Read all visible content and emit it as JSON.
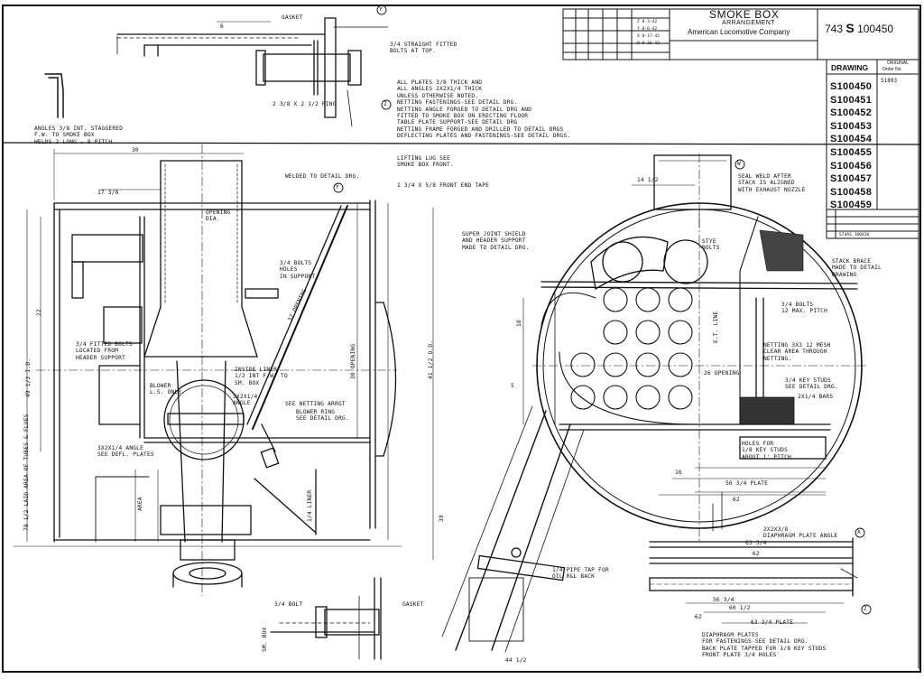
{
  "title_block": {
    "title": "SMOKE BOX",
    "subtitle": "ARRANGEMENT",
    "company": "American Locomotive Company",
    "number_prefix": "743",
    "number_letter": "S",
    "number": "100450",
    "revisions": [
      "Z 8-3-42",
      "Y 8-6-42",
      "X 8-17-42",
      "W 9-18-42"
    ],
    "drawing_label": "DRAWING",
    "original_label": "ORIGINAL",
    "order_label": "Order No.",
    "ref_note": "S74AS 100420"
  },
  "drawing_list": [
    {
      "no": "S100450",
      "order": "S1893"
    },
    {
      "no": "S100451",
      "order": ""
    },
    {
      "no": "S100452",
      "order": ""
    },
    {
      "no": "S100453",
      "order": ""
    },
    {
      "no": "S100454",
      "order": ""
    },
    {
      "no": "S100455",
      "order": ""
    },
    {
      "no": "S100456",
      "order": ""
    },
    {
      "no": "S100457",
      "order": ""
    },
    {
      "no": "S100458",
      "order": ""
    },
    {
      "no": "S100459",
      "order": ""
    }
  ],
  "general_notes": [
    "ALL PLATES 3/8 THICK AND",
    "ALL ANGLES 2x2x1/4 THICK",
    "UNLESS OTHERWISE NOTED.",
    "NETTING FASTENINGS-SEE DETAIL DRG.",
    "NETTING ANGLE FORGED TO DETAIL DRG AND",
    "FITTED TO SMOKE BOX ON ERECTING FLOOR",
    "TABLE PLATE SUPPORT-SEE DETAIL DRG",
    "NETTING FRAME FORGED AND DRILLED TO DETAIL DRGS",
    "DEFLECTING PLATES AND FASTENINGS-SEE DETAIL DRGS."
  ],
  "callouts": {
    "gasket_top": "GASKET",
    "straight_bolts": "3/4 STRAIGHT FITTED\nBOLTS AT TOP.",
    "ring": "2 3/8 x 2 1/2 RING",
    "angles": "ANGLES 3/8 INT. STAGGERED\nF.W. TO SMOKE BOX\nWELDS 2 LONG - 8 PITCH.",
    "lifting_lug": "LIFTING LUG SEE\nSMOKE BOX FRONT.",
    "welded": "WELDED TO DETAIL DRG.",
    "front_end_tape": "1 3/4 x 5/8 FRONT END TAPE",
    "opening_dia": "OPENING\nDIA.",
    "bolts_holes": "3/4 BOLTS\nHOLES\nIN SUPPORT",
    "fitted_bolts": "3/4 FITTED BOLTS\nLOCATED FROM\nHEADER SUPPORT",
    "blower": "BLOWER\nL.S. ONLY",
    "inside_liner": "INSIDE LINER\n1/2 INT F.W. TO\nSM. BOX",
    "angle_3x2": "3x2x1/4\nANGLE",
    "see_netting": "SEE NETTING ARRGT",
    "blower_ring": "BLOWER RING\nSEE DETAIL DRG.",
    "defl_angle": "3x2x1/4 ANGLE\nSEE DEFL. PLATES",
    "opening_30": "30 OPENING",
    "opening_32": "32 OPENING",
    "tubes_flues": "78 1/2 LAID AREA OF TUBES & FLUES",
    "id_label": "49 1/2 I.D.",
    "od_label": "41 1/2 O.D.",
    "liner": "1/4 LINER",
    "area": "AREA",
    "bolt": "3/4 BOLT",
    "gasket_bottom": "GASKET",
    "sm_box": "SM. BOX",
    "seal_weld": "SEAL WELD AFTER\nSTACK IS ALIGNED\nWITH EXHAUST NOZZLE",
    "super_joint": "SUPER JOINT SHIELD\nAND HEADER SUPPORT\nMADE TO DETAIL DRG.",
    "stack_brace": "STACK BRACE\nMADE TO DETAIL\nDRAWING",
    "sttye_bolts": "STYE\nBOLTS",
    "bolts_pitch": "3/4 BOLTS\n12 MAX. PITCH",
    "netting": "NETTING 3x3 12 MESH\nCLEAR AREA THROUGH\nNETTING.",
    "opening_26": "26 OPENING",
    "key_studs": "3/4 KEY STUDS\nSEE DETAIL DRG.",
    "bars": "2x1/4 BARS",
    "holes_key": "HOLES FOR\n1/8 KEY STUDS\nABOUT 1' PITCH",
    "plate_56": "56 3/4 PLATE",
    "dim_62": "62",
    "dim_16": "16",
    "dim_5": "5",
    "pipe_tap": "1/4 PIPE TAP FOR\nOIL R&L BACK",
    "diaphragm_angle": "2x2x3/8\nDIAPHRAGM PLATE ANGLE",
    "dim_63": "63 3/4",
    "dim_62b": "62",
    "dim_56b": "56 3/4",
    "dim_60": "60 1/2",
    "dim_62c": "62",
    "plate_63": "63 3/4 PLATE",
    "diaphragm_plates": "DIAPHRAGM PLATES\nFOR FASTENINGS-SEE DETAIL DRG.\nBACK PLATE TAPPED FOR 1/8 KEY STUDS\nFRONT PLATE 3/4 HOLES",
    "dim_30": "30",
    "dim_22": "22",
    "dim_17": "17 3/8",
    "dim_14": "14 1/2",
    "dim_6": "6",
    "dim_44": "44 1/2",
    "dim_39": "39",
    "dim_18": "18",
    "et_line": "E.T. LINE",
    "view_y": "Y",
    "view_z": "Z",
    "view_w": "W",
    "view_x": "X",
    "view_z2": "Z"
  }
}
